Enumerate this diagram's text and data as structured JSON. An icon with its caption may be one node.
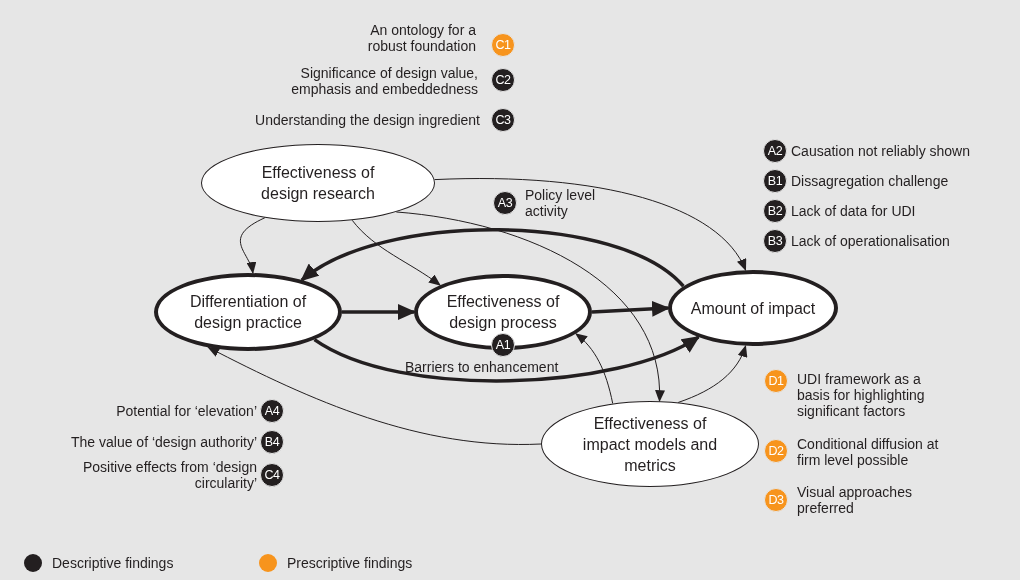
{
  "diagram": {
    "nodes": [
      {
        "text": [
          "Effectiveness of design research"
        ]
      },
      {
        "text": [
          "Differentiation of design practice"
        ]
      },
      {
        "text": [
          "Effectiveness of design process"
        ]
      },
      {
        "text": [
          "Amount of impact"
        ]
      },
      {
        "text": [
          "Effectiveness of impact models and metrics"
        ]
      }
    ],
    "edges": [
      {
        "from": 0,
        "to": 1,
        "arrow": "to"
      },
      {
        "from": 0,
        "to": 2,
        "arrow": "to"
      },
      {
        "from": 0,
        "to": 3,
        "arrow": "to"
      },
      {
        "from": 0,
        "to": 4,
        "arrow": "to"
      },
      {
        "from": 1,
        "to": 2,
        "arrow": "to",
        "style": "thick"
      },
      {
        "from": 2,
        "to": 3,
        "arrow": "to",
        "style": "thick"
      },
      {
        "from": 3,
        "to": 1,
        "arrow": "to",
        "style": "thick"
      },
      {
        "from": 1,
        "to": 3,
        "arrow": "to",
        "style": "thick"
      },
      {
        "from": 4,
        "to": 2,
        "arrow": "to"
      },
      {
        "from": 4,
        "to": 3,
        "arrow": "to"
      },
      {
        "from": 4,
        "to": 1,
        "arrow": "to"
      }
    ],
    "labels": [
      "An ontology for a robust foundation",
      "C1",
      "Significance of design value, emphasis and embeddedness",
      "C2",
      "Understanding the design ingredient",
      "C3",
      "A2",
      "Causation not reliably shown",
      "B1",
      "Dissagregation challenge",
      "B2",
      "Lack of data for UDI",
      "B3",
      "Lack of operationalisation",
      "A3",
      "Policy level activity",
      "A1",
      "Barriers to enhancement",
      "Potential for ‘elevation’",
      "A4",
      "The value of ‘design authority’",
      "B4",
      "Positive effects from ‘design circularity’",
      "C4",
      "D1",
      "UDI framework as a basis for highlighting significant factors",
      "D2",
      "Conditional diffusion at firm level possible",
      "D3",
      "Visual approaches preferred"
    ],
    "legend": [
      {
        "text": "Descriptive findings",
        "color": "#231f20"
      },
      {
        "text": "Prescriptive findings",
        "color": "#f7941d"
      }
    ]
  }
}
